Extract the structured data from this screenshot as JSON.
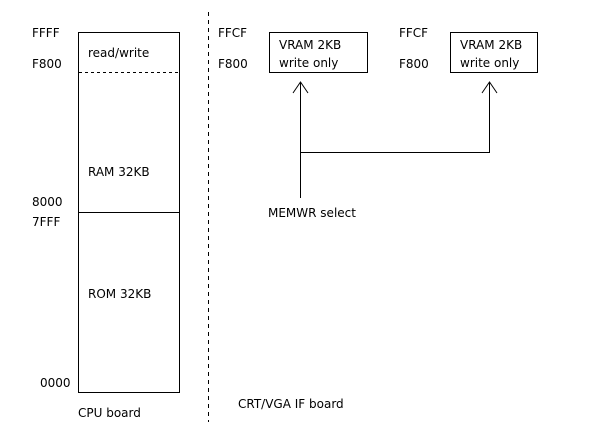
{
  "cpu_board": {
    "label": "CPU board",
    "addresses": {
      "top": "FFFF",
      "rw_start": "F800",
      "ram_start": "8000",
      "rom_end": "7FFF",
      "bottom": "0000"
    },
    "regions": {
      "read_write": "read/write",
      "ram": "RAM 32KB",
      "rom": "ROM 32KB"
    }
  },
  "crt_board": {
    "label": "CRT/VGA IF board",
    "vram_banks": [
      {
        "top_addr": "FFCF",
        "bottom_addr": "F800",
        "title": "VRAM 2KB",
        "mode": "write only"
      },
      {
        "top_addr": "FFCF",
        "bottom_addr": "F800",
        "title": "VRAM 2KB",
        "mode": "write only"
      }
    ],
    "select_label": "MEMWR select"
  },
  "colors": {
    "line": "#000000",
    "background": "#ffffff"
  }
}
